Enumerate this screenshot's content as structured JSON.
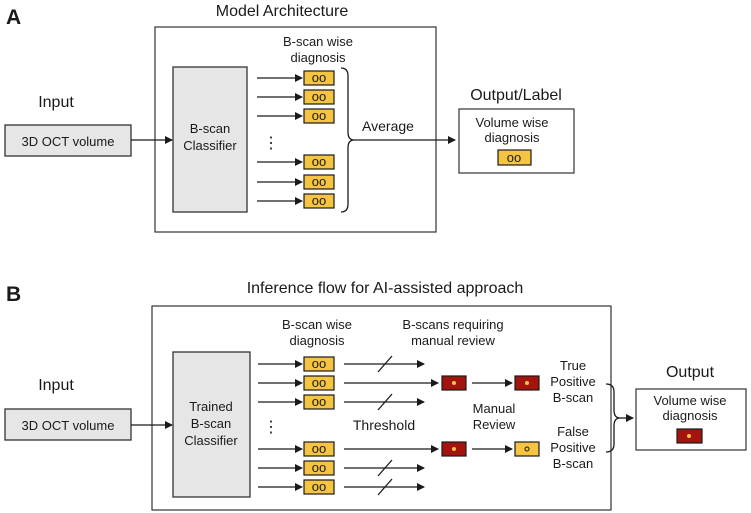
{
  "panel_a": {
    "letter": "A",
    "title": "Model Architecture",
    "input_label": "Input",
    "input_box": "3D OCT volume",
    "classifier": [
      "B-scan",
      "Classifier"
    ],
    "bscan_header": [
      "B-scan wise",
      "diagnosis"
    ],
    "chip_text": "oo",
    "ellipsis": "⋮",
    "average": "Average",
    "output_label": "Output/Label",
    "output_box": [
      "Volume wise",
      "diagnosis"
    ]
  },
  "panel_b": {
    "letter": "B",
    "title": "Inference flow for AI-assisted approach",
    "input_label": "Input",
    "input_box": "3D OCT volume",
    "classifier": [
      "Trained",
      "B-scan",
      "Classifier"
    ],
    "bscan_header": [
      "B-scan wise",
      "diagnosis"
    ],
    "review_header": [
      "B-scans requiring",
      "manual review"
    ],
    "threshold": "Threshold",
    "manual_review": [
      "Manual",
      "Review"
    ],
    "true_pos": [
      "True",
      "Positive",
      "B-scan"
    ],
    "false_pos": [
      "False",
      "Positive",
      "B-scan"
    ],
    "chip_text": "oo",
    "ellipsis": "⋮",
    "output_label": "Output",
    "output_box": [
      "Volume wise",
      "diagnosis"
    ]
  },
  "colors": {
    "chip_yellow": "#f6c443",
    "chip_red": "#a3140f",
    "box_grey": "#e6e6e6"
  }
}
